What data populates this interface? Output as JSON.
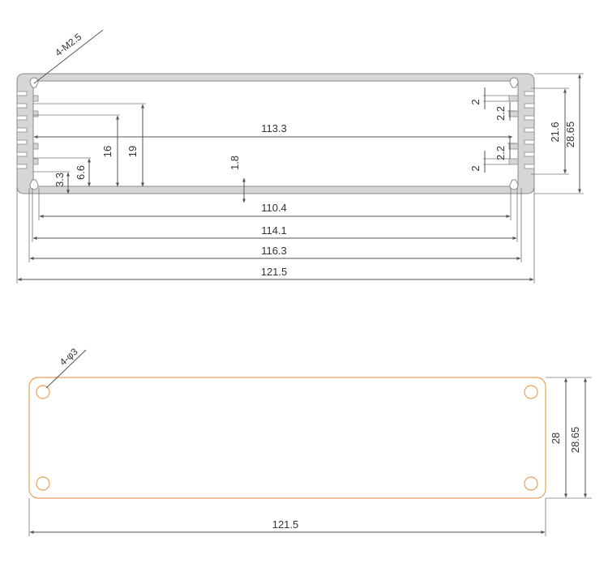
{
  "colors": {
    "profile_fill": "#d6d6d6",
    "profile_stroke": "#8a8a8a",
    "dimension_line": "#555555",
    "panel_outline": "#e8a05a",
    "text": "#333333"
  },
  "profile": {
    "callout": "4-M2.5",
    "dimensions": {
      "width_121_5": "121.5",
      "width_116_3": "116.3",
      "width_114_1": "114.1",
      "width_110_4": "110.4",
      "width_113_3": "113.3",
      "height_28_65": "28.65",
      "height_21_6": "21.6",
      "height_19": "19",
      "height_16": "16",
      "height_6_6": "6.6",
      "height_3_3": "3.3",
      "wall_1_8": "1.8",
      "gap_2_top": "2",
      "gap_2_2_top": "2.2",
      "gap_2_2_bottom": "2.2",
      "gap_2_bottom": "2"
    }
  },
  "panel": {
    "callout": "4-φ3",
    "dimensions": {
      "width_121_5": "121.5",
      "height_28": "28",
      "height_28_65": "28.65"
    }
  }
}
